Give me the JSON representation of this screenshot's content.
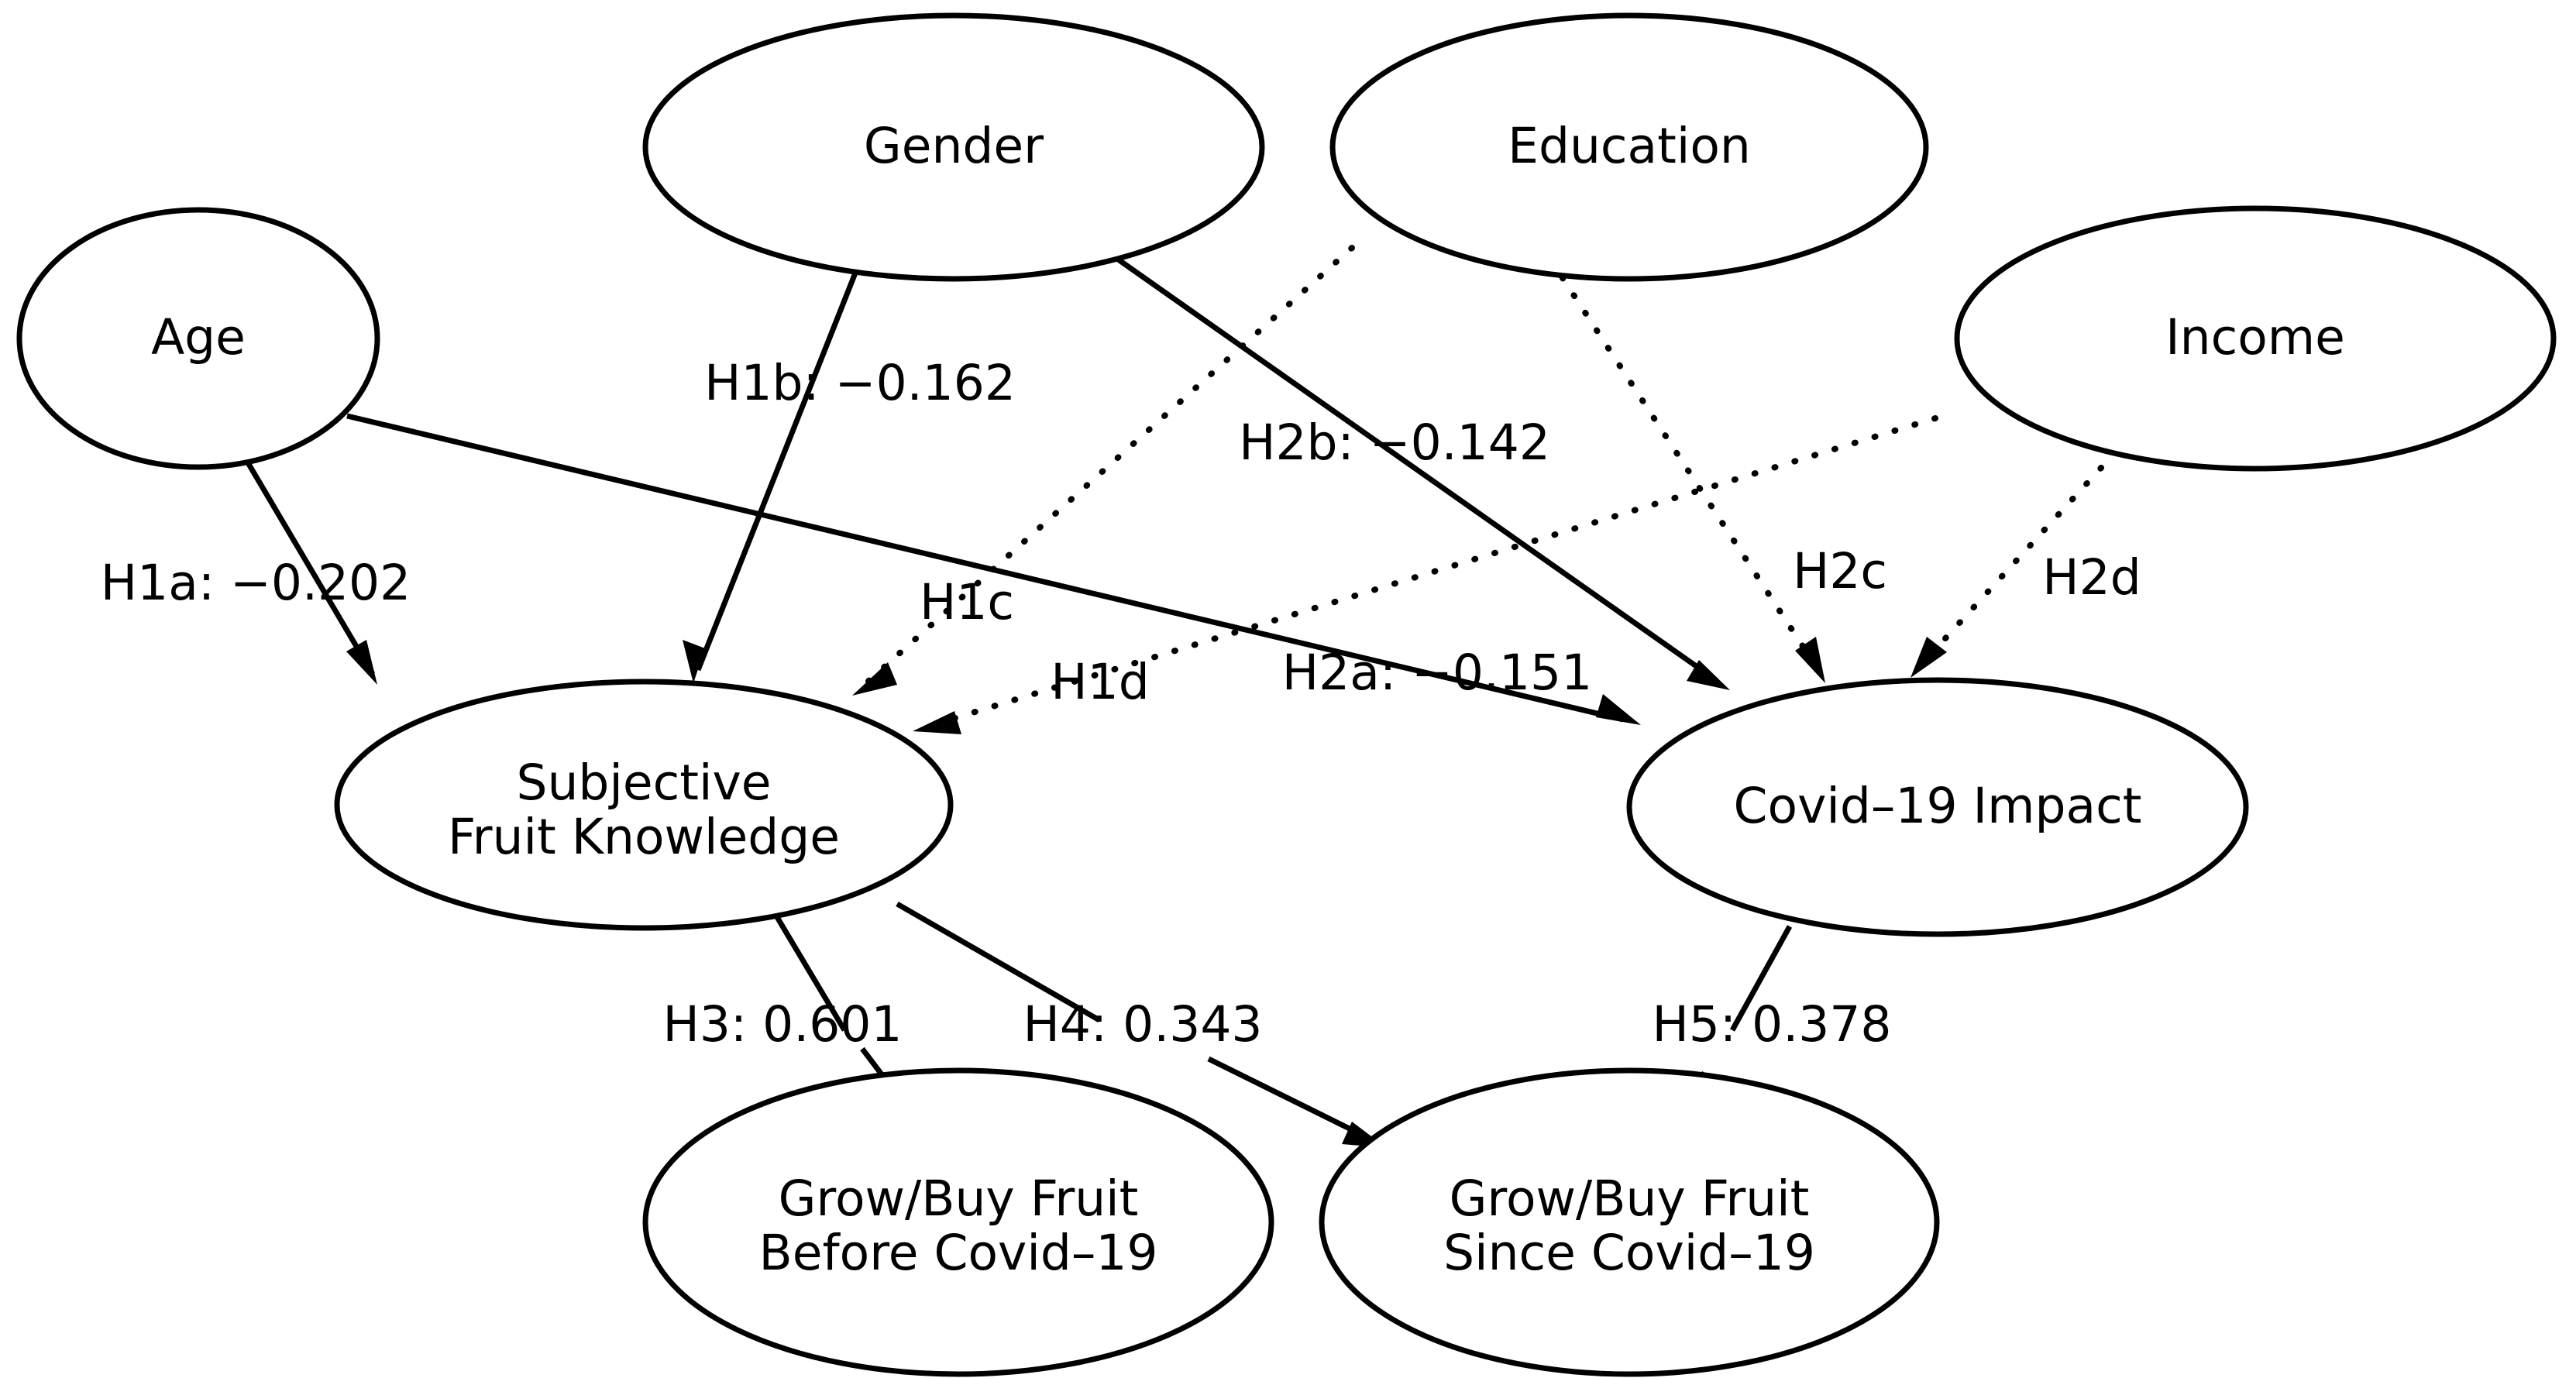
{
  "diagram": {
    "title": "Structural path model of fruit knowledge and Covid-19 impact",
    "background_color": "#ffffff",
    "line_color": "#000000",
    "nodes": [
      {
        "id": "age",
        "label": "Age",
        "label_line1": "Age",
        "label_line2": ""
      },
      {
        "id": "gender",
        "label": "Gender",
        "label_line1": "Gender",
        "label_line2": ""
      },
      {
        "id": "education",
        "label": "Education",
        "label_line1": "Education",
        "label_line2": ""
      },
      {
        "id": "income",
        "label": "Income",
        "label_line1": "Income",
        "label_line2": ""
      },
      {
        "id": "sfk",
        "label": "Subjective Fruit Knowledge",
        "label_line1": "Subjective",
        "label_line2": "Fruit Knowledge"
      },
      {
        "id": "covid",
        "label": "Covid-19 Impact",
        "label_line1": "Covid–19 Impact",
        "label_line2": ""
      },
      {
        "id": "before",
        "label": "Grow/Buy Fruit Before Covid-19",
        "label_line1": "Grow/Buy Fruit",
        "label_line2": "Before Covid–19"
      },
      {
        "id": "since",
        "label": "Grow/Buy Fruit Since Covid-19",
        "label_line1": "Grow/Buy Fruit",
        "label_line2": "Since Covid–19"
      }
    ],
    "edges": [
      {
        "id": "h1a",
        "from": "age",
        "to": "sfk",
        "label": "H1a: −0.202",
        "style": "solid",
        "coefficient": -0.202,
        "hypothesis": "H1a"
      },
      {
        "id": "h1b",
        "from": "gender",
        "to": "sfk",
        "label": "H1b: −0.162",
        "style": "solid",
        "coefficient": -0.162,
        "hypothesis": "H1b"
      },
      {
        "id": "h1c",
        "from": "education",
        "to": "sfk",
        "label": "H1c",
        "style": "dotted",
        "coefficient": null,
        "hypothesis": "H1c"
      },
      {
        "id": "h1d",
        "from": "income",
        "to": "sfk",
        "label": "H1d",
        "style": "dotted",
        "coefficient": null,
        "hypothesis": "H1d"
      },
      {
        "id": "h2a",
        "from": "age",
        "to": "covid",
        "label": "H2a: −0.151",
        "style": "solid",
        "coefficient": -0.151,
        "hypothesis": "H2a"
      },
      {
        "id": "h2b",
        "from": "gender",
        "to": "covid",
        "label": "H2b: −0.142",
        "style": "solid",
        "coefficient": -0.142,
        "hypothesis": "H2b"
      },
      {
        "id": "h2c",
        "from": "education",
        "to": "covid",
        "label": "H2c",
        "style": "dotted",
        "coefficient": null,
        "hypothesis": "H2c"
      },
      {
        "id": "h2d",
        "from": "income",
        "to": "covid",
        "label": "H2d",
        "style": "dotted",
        "coefficient": null,
        "hypothesis": "H2d"
      },
      {
        "id": "h3",
        "from": "sfk",
        "to": "before",
        "label": "H3: 0.601",
        "style": "solid",
        "coefficient": 0.601,
        "hypothesis": "H3"
      },
      {
        "id": "h4",
        "from": "sfk",
        "to": "since",
        "label": "H4: 0.343",
        "style": "solid",
        "coefficient": 0.343,
        "hypothesis": "H4"
      },
      {
        "id": "h5",
        "from": "covid",
        "to": "since",
        "label": "H5: 0.378",
        "style": "solid",
        "coefficient": 0.378,
        "hypothesis": "H5"
      }
    ]
  }
}
